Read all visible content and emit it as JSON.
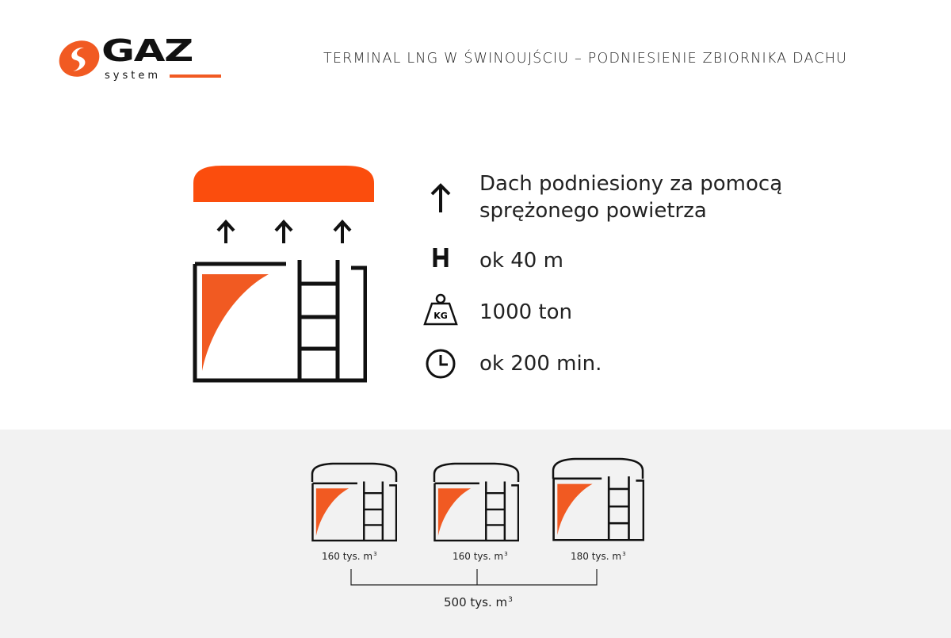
{
  "header": {
    "title": "TERMINAL LNG W ŚWINOUJŚCIU – PODNIESIENIE ZBIORNIKA DACHU",
    "logo": {
      "main": "GAZ",
      "sub": "system"
    }
  },
  "colors": {
    "accent": "#f15a22",
    "roof": "#fb4d0d",
    "band": "#f2f2f2"
  },
  "facts": [
    {
      "icon": "arrow-up-icon",
      "line1": "Dach podniesiony za pomocą",
      "line2": "sprężonego powietrza"
    },
    {
      "icon": "height-icon",
      "text": "ok 40 m"
    },
    {
      "icon": "weight-kg-icon",
      "text": "1000 ton",
      "icon_label": "KG"
    },
    {
      "icon": "clock-icon",
      "text": "ok 200 min."
    }
  ],
  "tanks": [
    {
      "capacity": "160 tys. m",
      "unit_exp": "3"
    },
    {
      "capacity": "160 tys. m",
      "unit_exp": "3"
    },
    {
      "capacity": "180 tys. m",
      "unit_exp": "3"
    }
  ],
  "total": {
    "capacity": "500 tys. m",
    "unit_exp": "3"
  }
}
